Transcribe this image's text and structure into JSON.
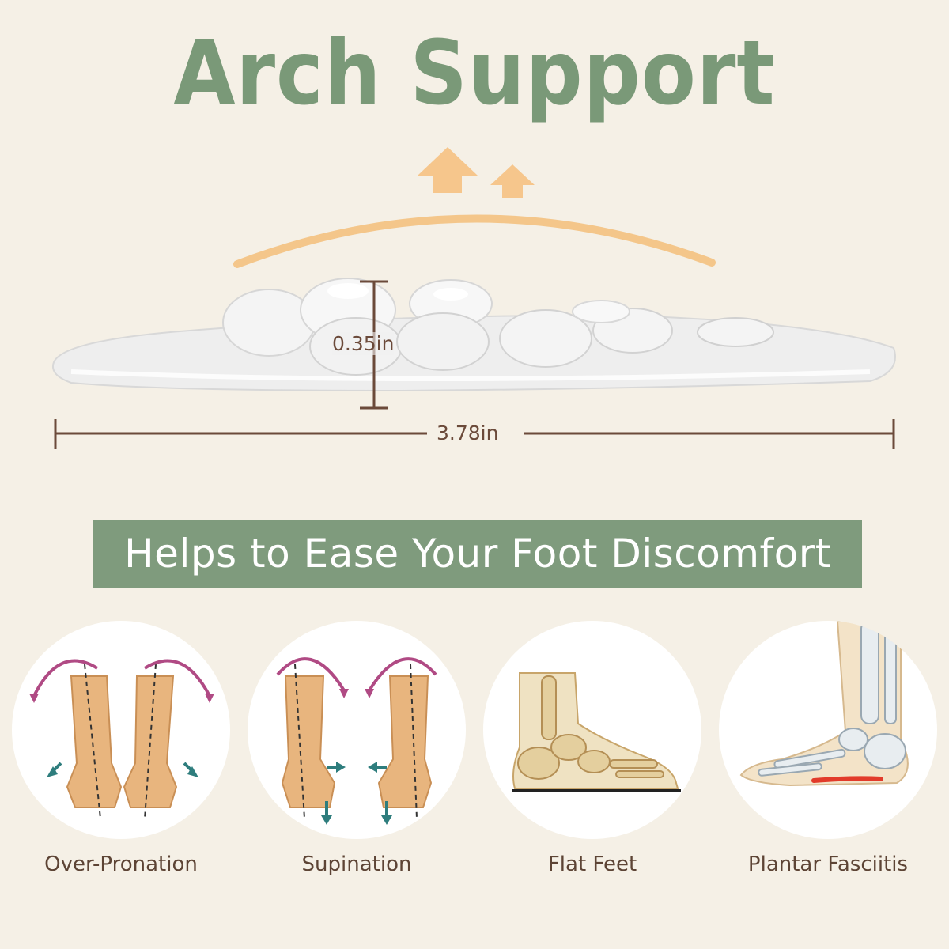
{
  "title": "Arch Support",
  "dimensions": {
    "height": "0.35in",
    "width": "3.78in"
  },
  "banner": "Helps to Ease Your Foot Discomfort",
  "conditions": [
    {
      "label": "Over-Pronation"
    },
    {
      "label": "Supination"
    },
    {
      "label": "Flat Feet"
    },
    {
      "label": "Plantar Fasciitis"
    }
  ],
  "colors": {
    "background": "#f5f0e6",
    "accent_green": "#7f9b7d",
    "arrow_orange": "#f5c58a",
    "dimension_brown": "#6b4a3a",
    "rotation_magenta": "#b04a84",
    "movement_teal": "#2e7d7d"
  }
}
